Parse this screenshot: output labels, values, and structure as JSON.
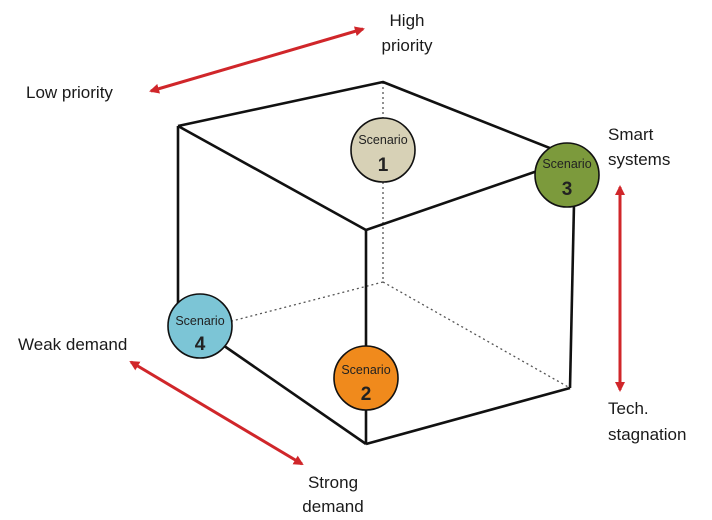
{
  "colors": {
    "arrow": "#d0262a",
    "edge": "#111111",
    "hidden_edge": "#555555",
    "scenario_1": "#d7d1b6",
    "scenario_2": "#f08a1c",
    "scenario_3": "#7c9a3c",
    "scenario_4": "#7cc5d6"
  },
  "axes": {
    "priority": {
      "low": "Low priority",
      "high_line1": "High",
      "high_line2": "priority"
    },
    "technology": {
      "high_line1": "Smart",
      "high_line2": "systems",
      "low_line1": "Tech.",
      "low_line2": "stagnation"
    },
    "demand": {
      "weak": "Weak demand",
      "strong_line1": "Strong",
      "strong_line2": "demand"
    }
  },
  "scenarios": [
    {
      "word": "Scenario",
      "number": "1",
      "color_key": "scenario_1"
    },
    {
      "word": "Scenario",
      "number": "2",
      "color_key": "scenario_2"
    },
    {
      "word": "Scenario",
      "number": "3",
      "color_key": "scenario_3"
    },
    {
      "word": "Scenario",
      "number": "4",
      "color_key": "scenario_4"
    }
  ]
}
